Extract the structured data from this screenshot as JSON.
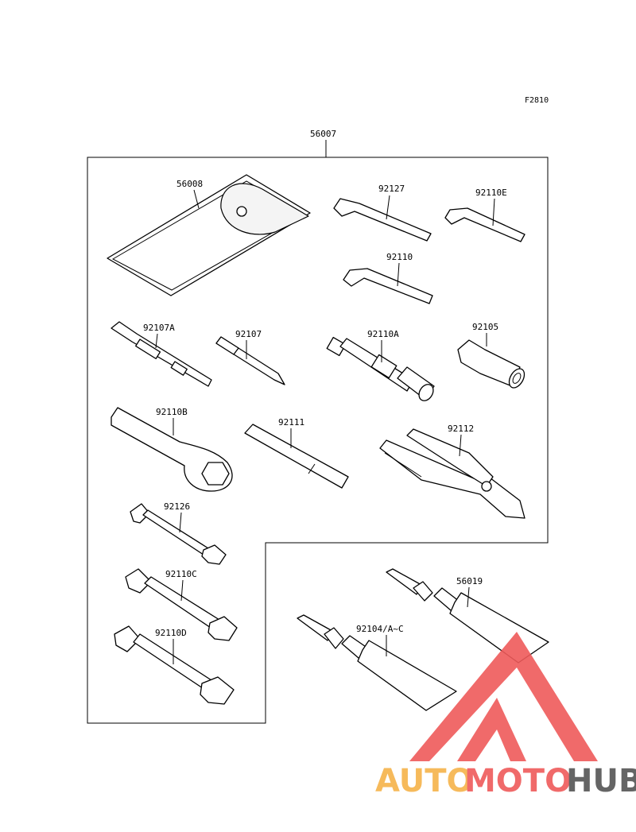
{
  "figure_id": "F2810",
  "kit": {
    "part": "56007"
  },
  "parts": {
    "p56008": "56008",
    "p92127": "92127",
    "p92110E": "92110E",
    "p92110": "92110",
    "p92107A": "92107A",
    "p92107": "92107",
    "p92110A": "92110A",
    "p92105": "92105",
    "p92110B": "92110B",
    "p92111": "92111",
    "p92112": "92112",
    "p92126": "92126",
    "p92110C": "92110C",
    "p92110D": "92110D",
    "p56019": "56019",
    "p92104": "92104/A~C"
  },
  "watermark": {
    "auto": "AUTO",
    "moto": "MOTO",
    "hub": "HUB",
    "colors": {
      "primary": "#ef5a5a",
      "auto": "#f6b34a",
      "hub": "#555555"
    }
  }
}
